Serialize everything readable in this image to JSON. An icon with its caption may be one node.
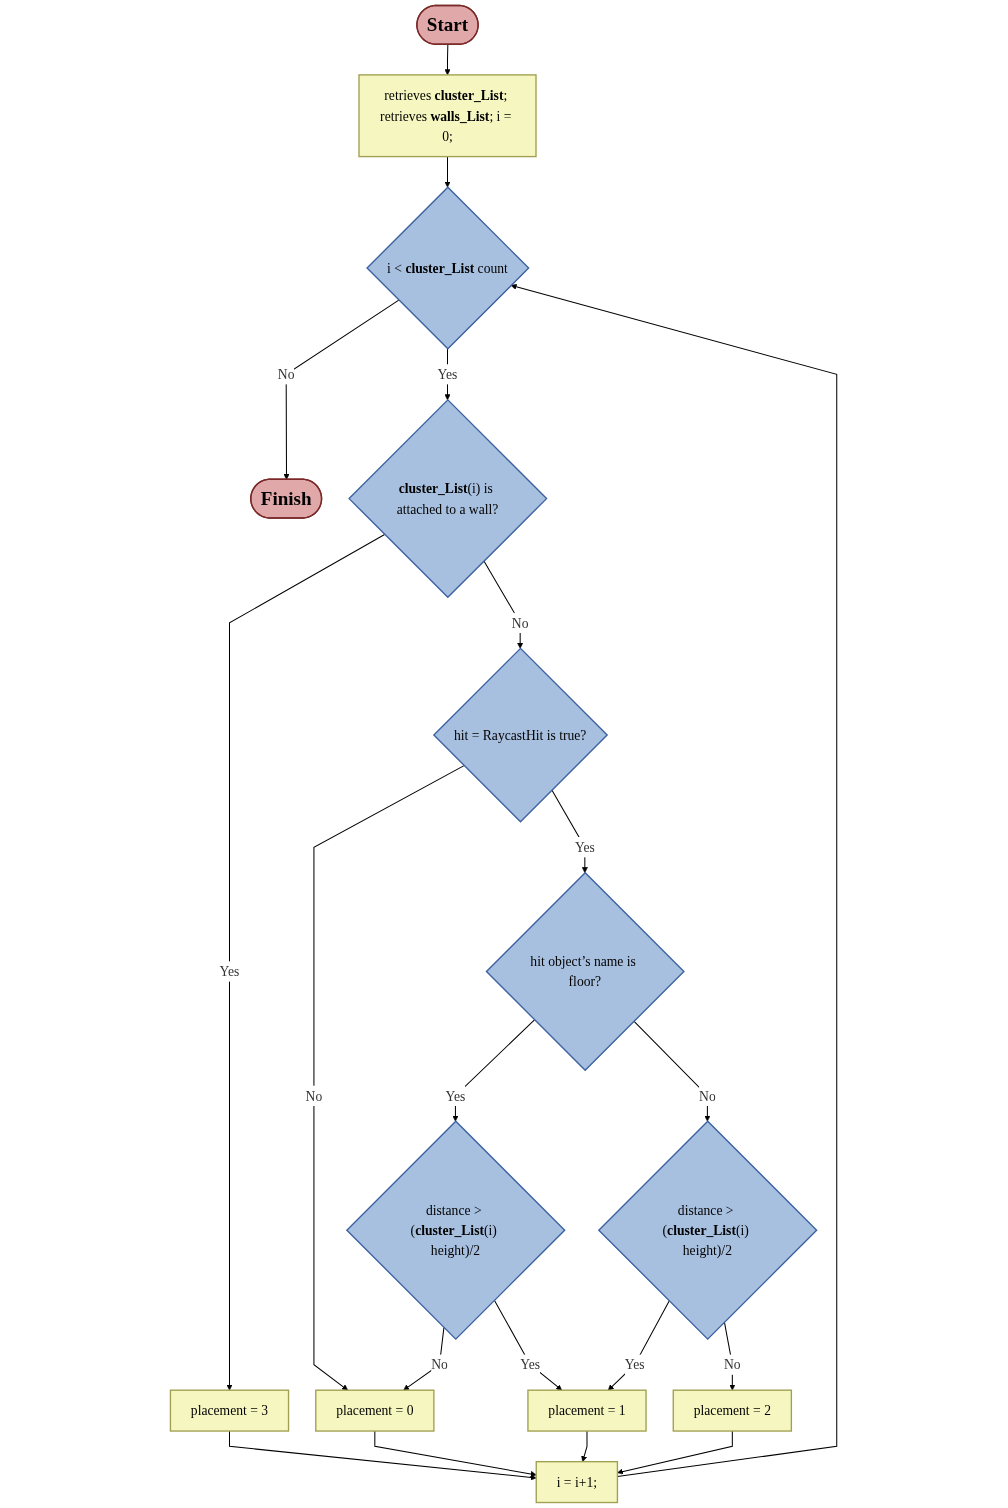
{
  "diagram": {
    "nodes": [
      {
        "text": [
          "Start"
        ]
      },
      {
        "text": [
          "retrieves **cluster_List**; retrieves **walls_List**; i = 0;"
        ]
      },
      {
        "text": [
          "i < **cluster_List** count"
        ]
      },
      {
        "text": [
          "Finish"
        ]
      },
      {
        "text": [
          "**cluster_List**(i) is attached to a wall?"
        ]
      },
      {
        "text": [
          "placement = 3"
        ]
      },
      {
        "text": [
          "hit = RaycastHit is true?"
        ]
      },
      {
        "text": [
          "placement = 0"
        ]
      },
      {
        "text": [
          "hit object’s name is floor?"
        ]
      },
      {
        "text": [
          "distance > (**cluster_List**(i) height)/2"
        ]
      },
      {
        "text": [
          "distance > (**cluster_List**(i) height)/2"
        ]
      },
      {
        "text": [
          "placement = 1"
        ]
      },
      {
        "text": [
          "placement = 2"
        ]
      },
      {
        "text": [
          "i = i+1;"
        ]
      }
    ],
    "edges": [
      {
        "from": 0,
        "to": 1,
        "arrow": "to"
      },
      {
        "from": 1,
        "to": 2,
        "arrow": "to"
      },
      {
        "from": 2,
        "to": 3,
        "arrow": "to",
        "label": "No"
      },
      {
        "from": 2,
        "to": 4,
        "arrow": "to",
        "label": "Yes"
      },
      {
        "from": 4,
        "to": 5,
        "arrow": "to",
        "label": "Yes"
      },
      {
        "from": 4,
        "to": 6,
        "arrow": "to",
        "label": "No"
      },
      {
        "from": 6,
        "to": 7,
        "arrow": "to",
        "label": "No"
      },
      {
        "from": 6,
        "to": 8,
        "arrow": "to",
        "label": "Yes"
      },
      {
        "from": 8,
        "to": 9,
        "arrow": "to",
        "label": "Yes"
      },
      {
        "from": 8,
        "to": 10,
        "arrow": "to",
        "label": "No"
      },
      {
        "from": 9,
        "to": 7,
        "arrow": "to",
        "label": "No"
      },
      {
        "from": 9,
        "to": 11,
        "arrow": "to",
        "label": "Yes"
      },
      {
        "from": 10,
        "to": 11,
        "arrow": "to",
        "label": "Yes"
      },
      {
        "from": 10,
        "to": 12,
        "arrow": "to",
        "label": "No"
      },
      {
        "from": 12,
        "to": 13,
        "arrow": "to"
      },
      {
        "from": 5,
        "to": 13,
        "arrow": "to"
      },
      {
        "from": 7,
        "to": 13,
        "arrow": "to"
      },
      {
        "from": 11,
        "to": 13,
        "arrow": "to"
      },
      {
        "from": 13,
        "to": 2,
        "arrow": "to"
      }
    ]
  }
}
